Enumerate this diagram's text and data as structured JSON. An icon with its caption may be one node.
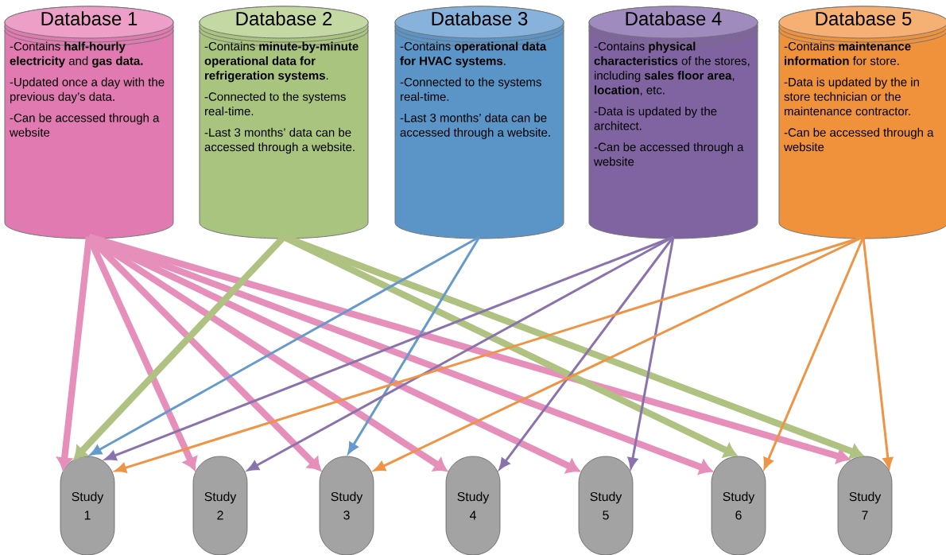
{
  "diagram": {
    "nodes": [
      {
        "text": [
          "Database 1",
          "-Contains **half-hourly electricity** and **gas data.**",
          "-Updated once a day with the previous day’s data.",
          "-Can be accessed through a website"
        ]
      },
      {
        "text": [
          "Database 2",
          "-Contains **minute-by-minute operational data for refrigeration systems**.",
          "-Connected to the systems real-time.",
          "-Last 3 months’ data can be accessed through a website."
        ]
      },
      {
        "text": [
          "Database 3",
          "-Contains **operational data for HVAC systems**.",
          "-Connected to the systems real-time.",
          "-Last 3 months’ data can be accessed through a website."
        ]
      },
      {
        "text": [
          "Database 4",
          "-Contains **physical characteristics** of the stores, including **sales floor area**, **location**, etc.",
          "-Data is updated by the architect.",
          "-Can be accessed through a website"
        ]
      },
      {
        "text": [
          "Database 5",
          "-Contains **maintenance information** for store.",
          "-Data is updated by the in store technician or the maintenance contractor.",
          "-Can be accessed through a website"
        ]
      },
      {
        "text": [
          "Study 1"
        ]
      },
      {
        "text": [
          "Study 2"
        ]
      },
      {
        "text": [
          "Study 3"
        ]
      },
      {
        "text": [
          "Study 4"
        ]
      },
      {
        "text": [
          "Study 5"
        ]
      },
      {
        "text": [
          "Study 6"
        ]
      },
      {
        "text": [
          "Study 7"
        ]
      }
    ],
    "edges": [
      {
        "from": 0,
        "to": 5,
        "arrow": "to",
        "style": "thick"
      },
      {
        "from": 0,
        "to": 6,
        "arrow": "to",
        "style": "thick"
      },
      {
        "from": 0,
        "to": 7,
        "arrow": "to",
        "style": "thick"
      },
      {
        "from": 0,
        "to": 8,
        "arrow": "to",
        "style": "thick"
      },
      {
        "from": 0,
        "to": 9,
        "arrow": "to",
        "style": "thick"
      },
      {
        "from": 0,
        "to": 10,
        "arrow": "to",
        "style": "thick"
      },
      {
        "from": 0,
        "to": 11,
        "arrow": "to",
        "style": "thick"
      },
      {
        "from": 1,
        "to": 5,
        "arrow": "to",
        "style": "thick",
        "color": "#b0c282"
      },
      {
        "from": 1,
        "to": 10,
        "arrow": "to",
        "style": "thick",
        "color": "#b0c282"
      },
      {
        "from": 1,
        "to": 11,
        "arrow": "to",
        "style": "thick",
        "color": "#b0c282"
      },
      {
        "from": 2,
        "to": 5,
        "arrow": "to",
        "color": "#6699cc"
      },
      {
        "from": 2,
        "to": 7,
        "arrow": "to",
        "color": "#6699cc"
      },
      {
        "from": 3,
        "to": 5,
        "arrow": "to",
        "color": "#8a73ad"
      },
      {
        "from": 3,
        "to": 6,
        "arrow": "to",
        "color": "#8a73ad"
      },
      {
        "from": 3,
        "to": 8,
        "arrow": "to",
        "color": "#8a73ad"
      },
      {
        "from": 3,
        "to": 9,
        "arrow": "to",
        "color": "#8a73ad"
      },
      {
        "from": 4,
        "to": 5,
        "arrow": "to",
        "color": "#ef9444"
      },
      {
        "from": 4,
        "to": 7,
        "arrow": "to",
        "color": "#ef9444"
      },
      {
        "from": 4,
        "to": 10,
        "arrow": "to",
        "color": "#ef9444"
      },
      {
        "from": 4,
        "to": 11,
        "arrow": "to",
        "color": "#ef9444"
      }
    ]
  }
}
